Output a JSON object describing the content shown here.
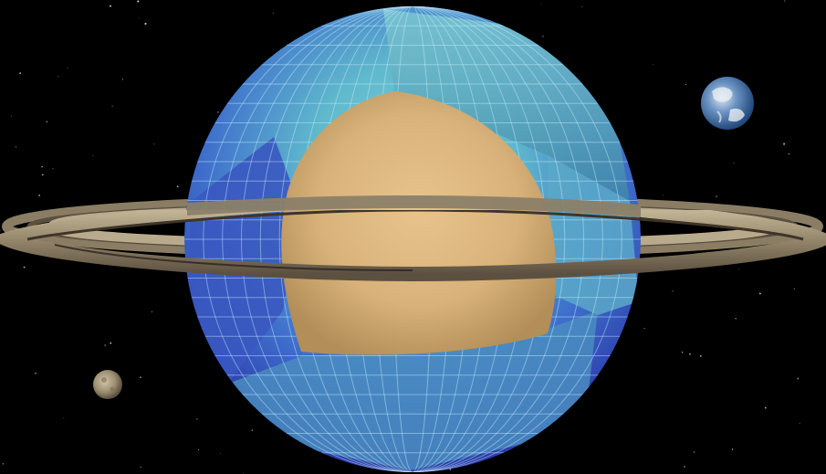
{
  "scene": {
    "colors": {
      "space": "#000000",
      "shell_blue": "#3b50c4",
      "shell_cyan": "#6fc4d0",
      "core_tan": "#d6b07a",
      "ring_outer": "#a89a80",
      "ring_inner": "#6e6250",
      "earth_blue": "#5a86c0",
      "moon_grey": "#a59a80"
    },
    "objects": [
      {
        "name": "saturn-cutaway",
        "icon": "planet-cutaway-icon"
      },
      {
        "name": "saturn-rings",
        "icon": "rings-icon"
      },
      {
        "name": "earth",
        "icon": "earth-icon"
      },
      {
        "name": "moon",
        "icon": "moon-icon"
      },
      {
        "name": "starfield",
        "icon": "stars-icon"
      }
    ]
  }
}
